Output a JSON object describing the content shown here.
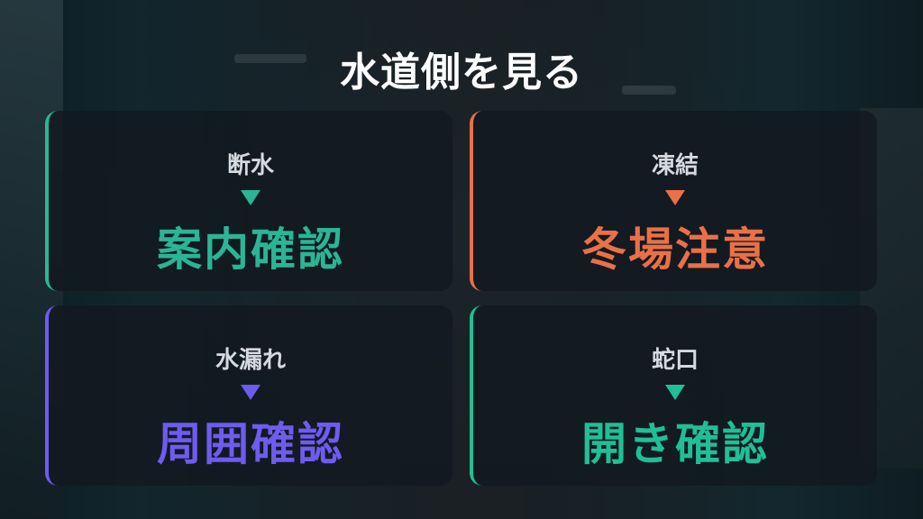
{
  "title": "水道側を見る",
  "cards": [
    {
      "label": "断水",
      "result": "案内確認",
      "accent": "#2bb596",
      "arrow_icon": "down-triangle"
    },
    {
      "label": "凍結",
      "result": "冬場注意",
      "accent": "#ea7047",
      "arrow_icon": "down-triangle"
    },
    {
      "label": "水漏れ",
      "result": "周囲確認",
      "accent": "#6e5cf0",
      "arrow_icon": "down-triangle"
    },
    {
      "label": "蛇口",
      "result": "開き確認",
      "accent": "#1fbf97",
      "arrow_icon": "down-triangle"
    }
  ]
}
